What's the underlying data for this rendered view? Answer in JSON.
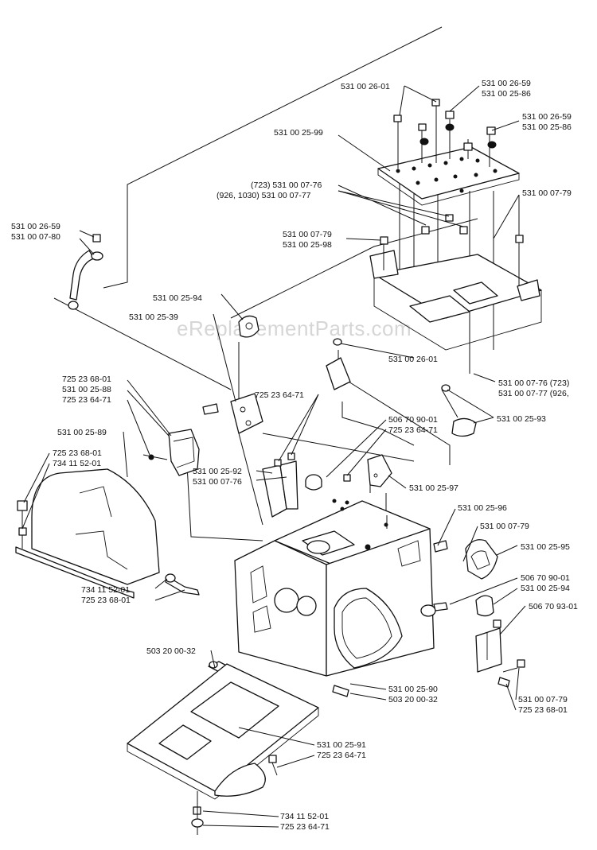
{
  "watermark": "eReplacementParts.com",
  "labels": [
    {
      "text": "531 00 26-01"
    },
    {
      "text": "531 00 26-59"
    },
    {
      "text": "531 00 25-86"
    },
    {
      "text": "531 00 26-59"
    },
    {
      "text": "531 00 25-86"
    },
    {
      "text": "531 00 25-99"
    },
    {
      "text": "(723) 531 00 07-76"
    },
    {
      "text": "(926, 1030) 531 00 07-77"
    },
    {
      "text": "531 00 07-79"
    },
    {
      "text": "531 00 26-59"
    },
    {
      "text": "531 00 07-80"
    },
    {
      "text": "531 00 07-79"
    },
    {
      "text": "531 00 25-98"
    },
    {
      "text": "531 00 25-94"
    },
    {
      "text": "531 00 25-39"
    },
    {
      "text": "531 00 26-01"
    },
    {
      "text": "531 00 07-76 (723)"
    },
    {
      "text": "531 00 07-77 (926,"
    },
    {
      "text": "725 23 68-01"
    },
    {
      "text": "531 00 25-88"
    },
    {
      "text": "725 23 64-71"
    },
    {
      "text": "725 23 64-71"
    },
    {
      "text": "531 00 25-93"
    },
    {
      "text": "506 70 90-01"
    },
    {
      "text": "725 23 64-71"
    },
    {
      "text": "531 00 25-89"
    },
    {
      "text": "725 23 68-01"
    },
    {
      "text": "734 11 52-01"
    },
    {
      "text": "531 00 25-92"
    },
    {
      "text": "531 00 07-76"
    },
    {
      "text": "531 00 25-97"
    },
    {
      "text": "531 00 25-96"
    },
    {
      "text": "531 00 07-79"
    },
    {
      "text": "531 00 25-95"
    },
    {
      "text": "506 70 90-01"
    },
    {
      "text": "531 00 25-94"
    },
    {
      "text": "506 70 93-01"
    },
    {
      "text": "734 11 52-01"
    },
    {
      "text": "725 23 68-01"
    },
    {
      "text": "503 20 00-32"
    },
    {
      "text": "531 00 25-90"
    },
    {
      "text": "503 20 00-32"
    },
    {
      "text": "531 00 07-79"
    },
    {
      "text": "725 23 68-01"
    },
    {
      "text": "531 00 25-91"
    },
    {
      "text": "725 23 64-71"
    },
    {
      "text": "734 11 52-01"
    },
    {
      "text": "725 23 64-71"
    }
  ]
}
